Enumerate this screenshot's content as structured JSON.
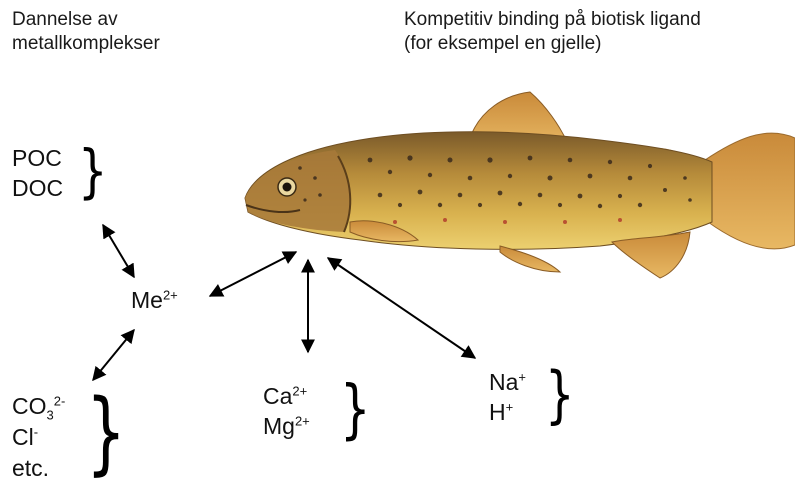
{
  "headings": {
    "left_line1": "Dannelse av",
    "left_line2": "metallkomplekser",
    "right_line1": "Kompetitiv binding på biotisk ligand",
    "right_line2": "(for eksempel en gjelle)"
  },
  "top_left_group": {
    "poc": "POC",
    "doc": "DOC"
  },
  "center_metal": {
    "base": "Me",
    "charge": "2+"
  },
  "bottom_left_group": {
    "co_base": "CO",
    "co_sub": "3",
    "co_charge": "2-",
    "cl_base": "Cl",
    "cl_charge": "-",
    "etc": "etc."
  },
  "bottom_center_group": {
    "ca_base": "Ca",
    "ca_charge": "2+",
    "mg_base": "Mg",
    "mg_charge": "2+"
  },
  "bottom_right_group": {
    "na_base": "Na",
    "na_charge": "+",
    "h_base": "H",
    "h_charge": "+"
  },
  "brace_glyph": "}",
  "colors": {
    "fish_body": "#b58a3a",
    "fish_belly": "#e2c25a",
    "fish_fin": "#d29a4a",
    "fish_spot": "#3a2a1c",
    "arrow": "#000000"
  }
}
